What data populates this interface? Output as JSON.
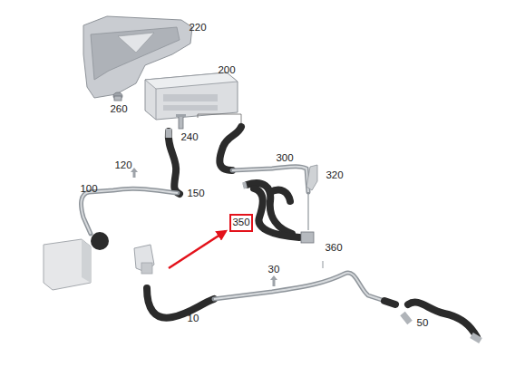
{
  "diagram": {
    "nodes": [
      {
        "text": [
          "350"
        ]
      }
    ],
    "labels": [
      "220",
      "200",
      "260",
      "240",
      "300",
      "120",
      "320",
      "150",
      "100",
      "360",
      "30",
      "10",
      "50"
    ]
  }
}
